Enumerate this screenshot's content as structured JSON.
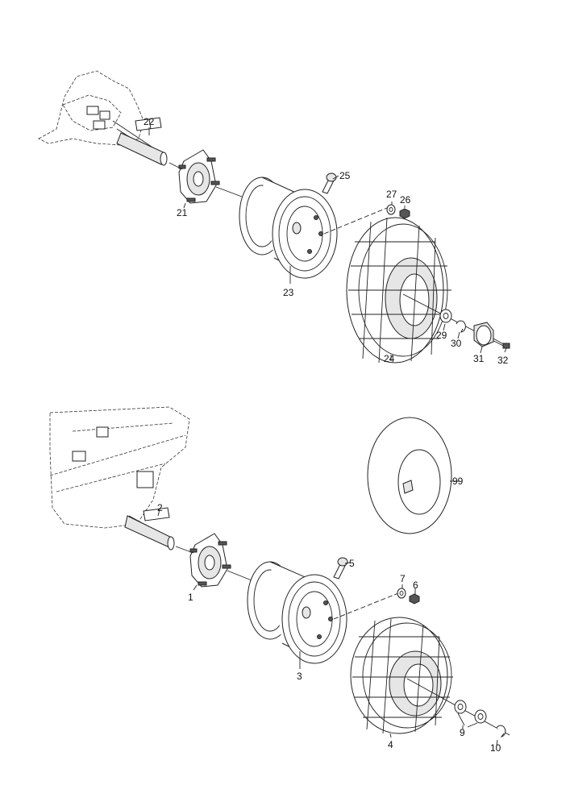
{
  "labels": {
    "p1": "1",
    "p2": "2",
    "p3": "3",
    "p4": "4",
    "p5": "5",
    "p6": "6",
    "p7": "7",
    "p9": "9",
    "p10": "10",
    "p21": "21",
    "p22": "22",
    "p23": "23",
    "p24": "24",
    "p25": "25",
    "p26": "26",
    "p27": "27",
    "p29": "29",
    "p30": "30",
    "p31": "31",
    "p32": "32",
    "p99": "99"
  }
}
